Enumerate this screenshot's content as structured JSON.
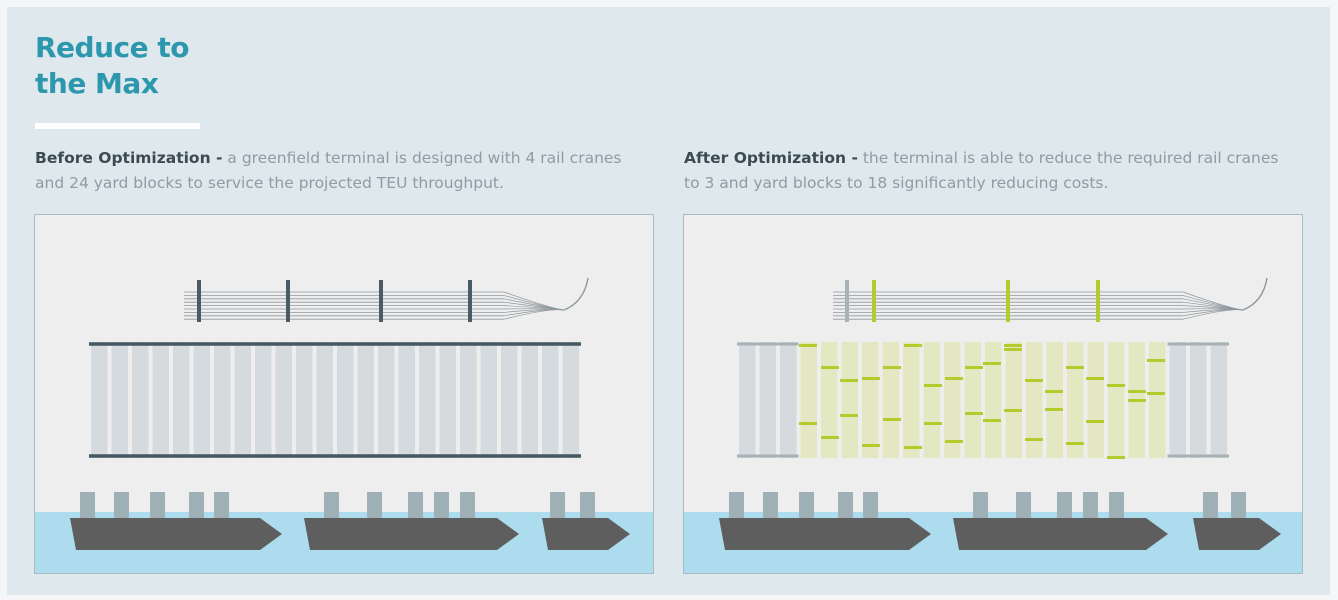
{
  "title": {
    "line1": "Reduce to",
    "line2": "the Max"
  },
  "before": {
    "heading": "Before Optimization -",
    "text": "a greenfield terminal is designed with 4 rail cranes and 24 yard blocks to service the projected TEU throughput.",
    "rail_cranes": 4,
    "yard_blocks": 24
  },
  "after": {
    "heading": "After Optimization -",
    "text": "the terminal is able to reduce the required rail cranes to 3 and yard blocks to 18 significantly reducing costs.",
    "rail_cranes": 3,
    "yard_blocks": 18
  },
  "colors": {
    "background": "#dfe8ec",
    "title": "#2c97ad",
    "panel": "#eeeeee",
    "panel_border": "#a8bcc4",
    "water": "#acdced",
    "ship_hull": "#5e5e5e",
    "ship_crane": "#9fb0b6",
    "yard_block": "#d5dade",
    "yard_rail": "#445864",
    "rail_track": "#8e989d",
    "rail_crane": "#4a5b66",
    "highlight_block": "#e3e8c3",
    "highlight_crane": "#b3cb2d",
    "faded_rail": "#a7b1b6"
  }
}
